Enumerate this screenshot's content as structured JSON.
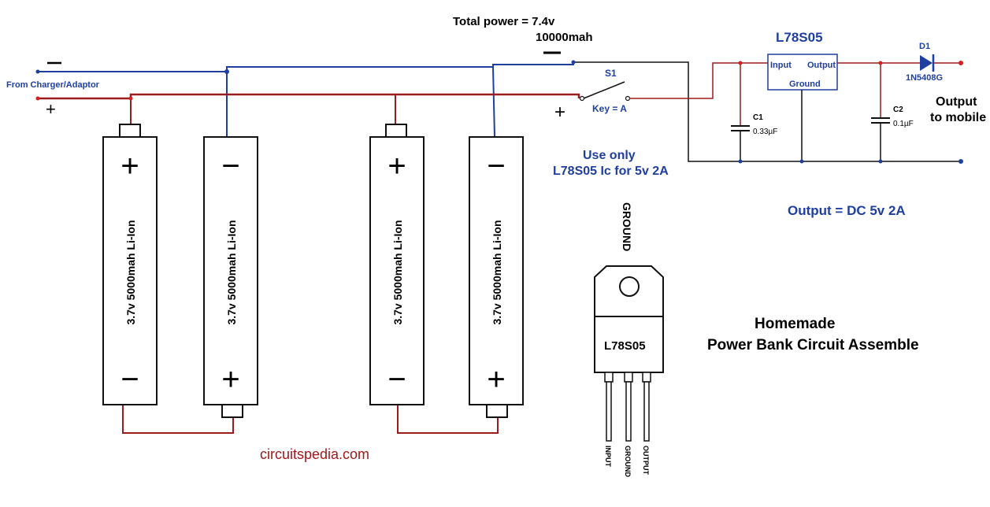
{
  "colors": {
    "wire_red": "#9b1c1c",
    "wire_blue": "#1f3fa0",
    "wire_black": "#111111",
    "dot_red": "#d42020",
    "dot_blue": "#1f3fa0",
    "text_blue": "#1f3fa0",
    "text_red": "#a01818"
  },
  "header": {
    "total_power": "Total power = 7.4v",
    "capacity": "10000mah"
  },
  "input": {
    "source": "From Charger/Adaptor",
    "minus": "−",
    "plus": "+"
  },
  "batteries": [
    {
      "label": "3.7v 5000mah Li-Ion",
      "top": "+",
      "bottom": "−"
    },
    {
      "label": "3.7v 5000mah Li-Ion",
      "top": "−",
      "bottom": "+"
    },
    {
      "label": "3.7v 5000mah Li-Ion",
      "top": "+",
      "bottom": "−"
    },
    {
      "label": "3.7v 5000mah Li-Ion",
      "top": "−",
      "bottom": "+"
    }
  ],
  "switch": {
    "name": "S1",
    "key": "Key = A",
    "plus": "+"
  },
  "regulator": {
    "name": "L78S05",
    "input": "Input",
    "output": "Output",
    "ground": "Ground"
  },
  "capacitors": [
    {
      "name": "C1",
      "value": "0.33µF"
    },
    {
      "name": "C2",
      "value": "0.1µF"
    }
  ],
  "diode": {
    "name": "D1",
    "part": "1N5408G"
  },
  "output": {
    "line1": "Output",
    "line2": "to mobile",
    "spec": "Output = DC 5v 2A"
  },
  "notes": {
    "use_only_1": "Use only",
    "use_only_2": "L78S05 Ic for 5v 2A"
  },
  "package": {
    "top_pin": "GROUND",
    "label": "L78S05",
    "pins": [
      "INPUT",
      "GROUND",
      "OUTPUT"
    ]
  },
  "title": {
    "line1": "Homemade",
    "line2": "Power Bank Circuit Assemble"
  },
  "site": "circuitspedia.com"
}
